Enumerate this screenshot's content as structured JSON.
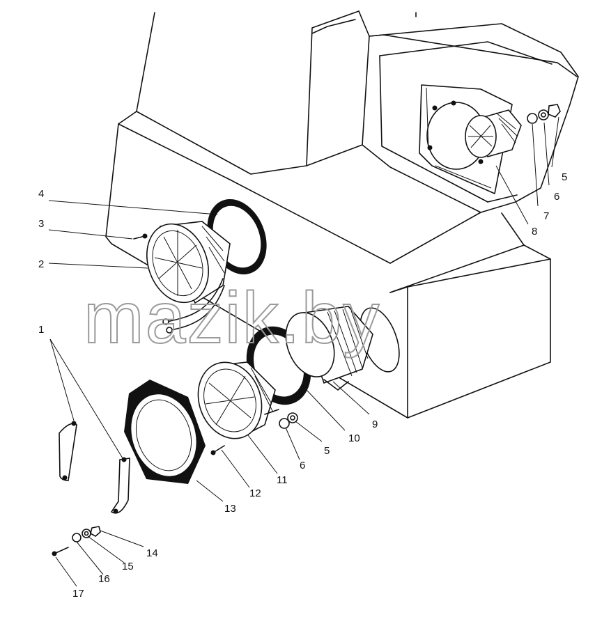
{
  "watermark": "mazik.by",
  "callouts": [
    "1",
    "2",
    "3",
    "4",
    "5",
    "6",
    "7",
    "8",
    "10",
    "9",
    "11",
    "12",
    "13",
    "14",
    "15",
    "16",
    "17"
  ],
  "callouts_alt": [
    "1",
    "5",
    "6",
    "5",
    "6"
  ]
}
